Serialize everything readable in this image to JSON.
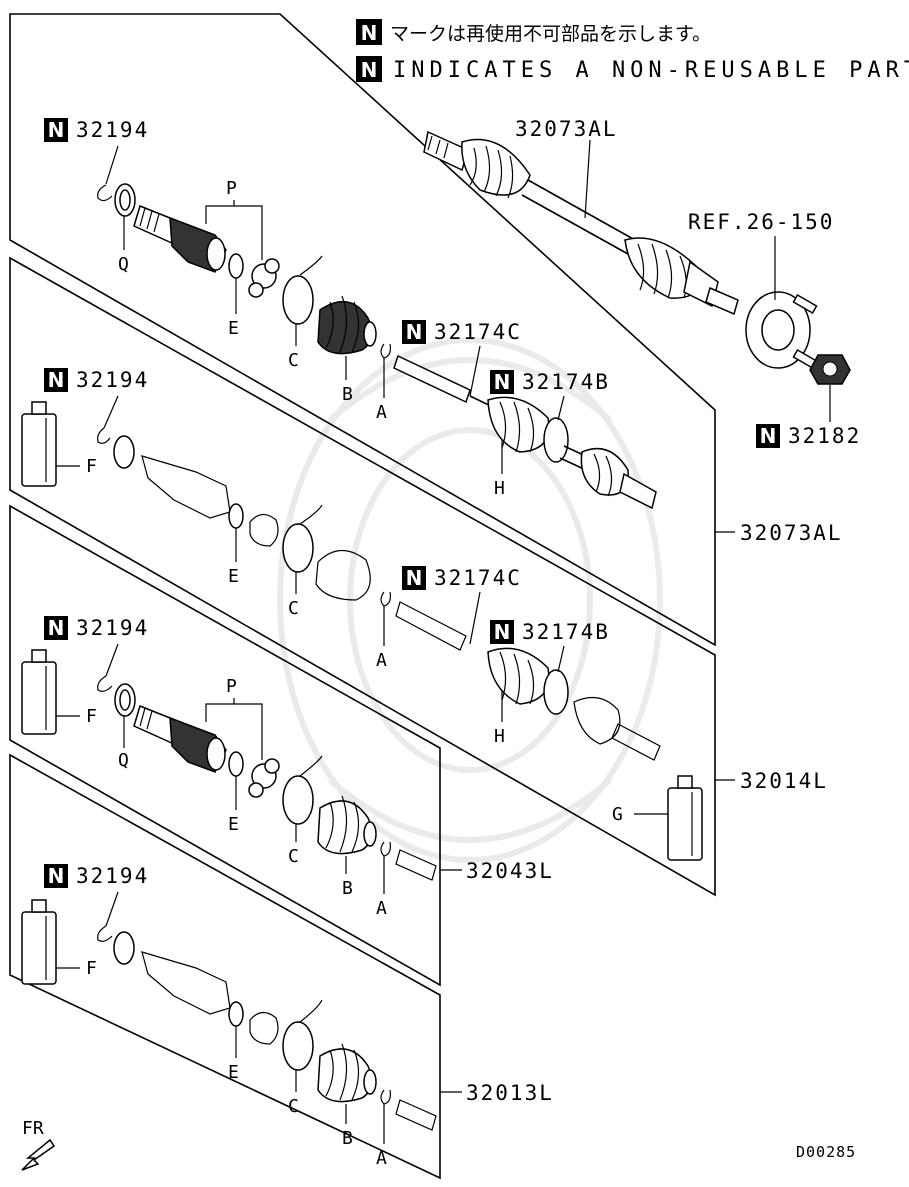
{
  "notes": {
    "badge": "N",
    "japanese": "マークは再使用不可部品を示します。",
    "english": "INDICATES A NON-REUSABLE PART."
  },
  "assemblies": {
    "top": "32073AL",
    "panel1": "32073AL",
    "panel2": "32014L",
    "panel3": "32043L",
    "panel4": "32013L"
  },
  "parts": {
    "circlip": "32194",
    "inner_clip": "32174C",
    "outer_clip": "32174B",
    "nut": "32182",
    "ref": "REF.26-150"
  },
  "letters": {
    "A": "A",
    "B": "B",
    "C": "C",
    "E": "E",
    "F": "F",
    "G": "G",
    "H": "H",
    "P": "P",
    "Q": "Q"
  },
  "direction": "FR",
  "diagram_code": "D00285"
}
